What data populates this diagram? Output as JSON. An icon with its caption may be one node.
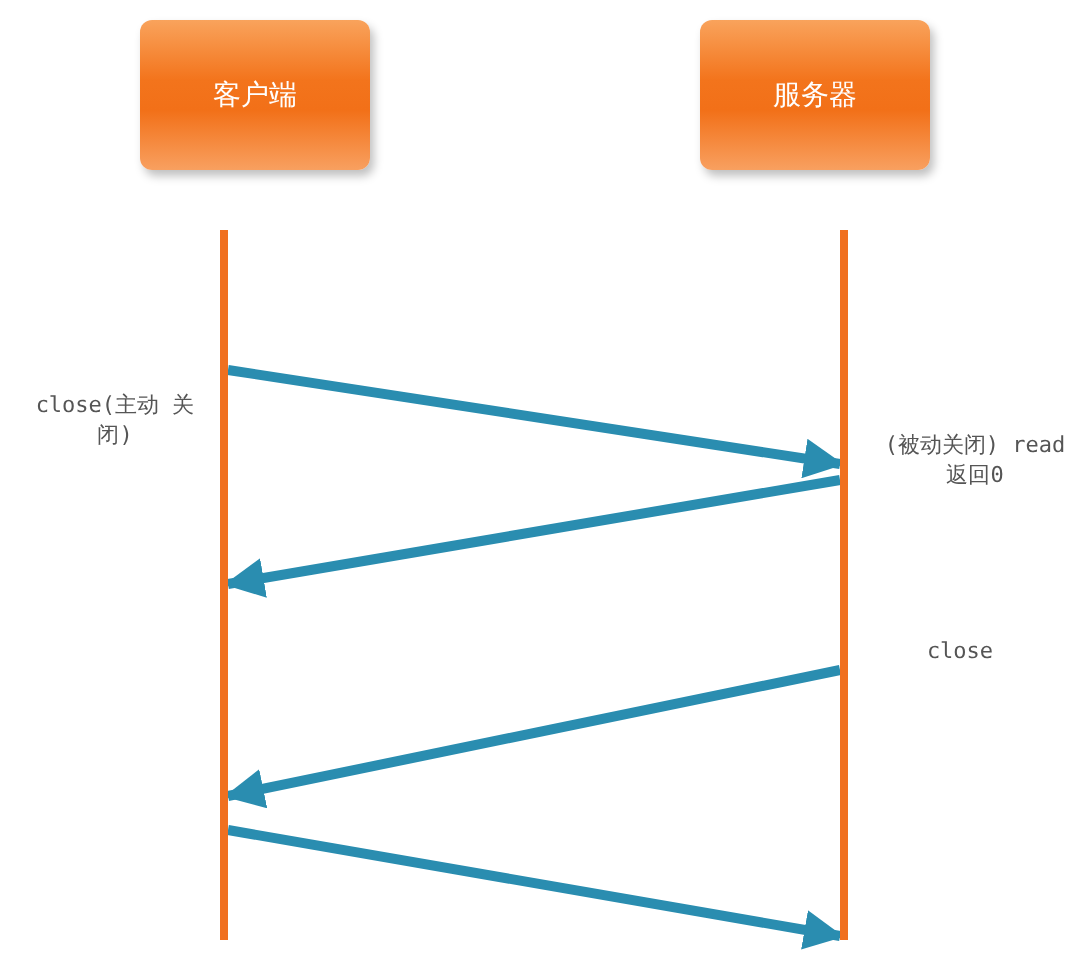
{
  "diagram": {
    "nodes": [
      {
        "text": [
          "客户端"
        ]
      },
      {
        "text": [
          "服务器"
        ]
      },
      {
        "text": [],
        "shape": "bar"
      },
      {
        "text": [],
        "shape": "bar"
      }
    ],
    "edges": [
      {
        "from": 2,
        "to": 3,
        "arrow": "to"
      },
      {
        "from": 3,
        "to": 2,
        "arrow": "to"
      },
      {
        "from": 3,
        "to": 2,
        "arrow": "to"
      },
      {
        "from": 2,
        "to": 3,
        "arrow": "to"
      }
    ],
    "labels": [
      "close(主动 关闭)",
      "(被动关闭) read 返回0",
      "close"
    ]
  }
}
